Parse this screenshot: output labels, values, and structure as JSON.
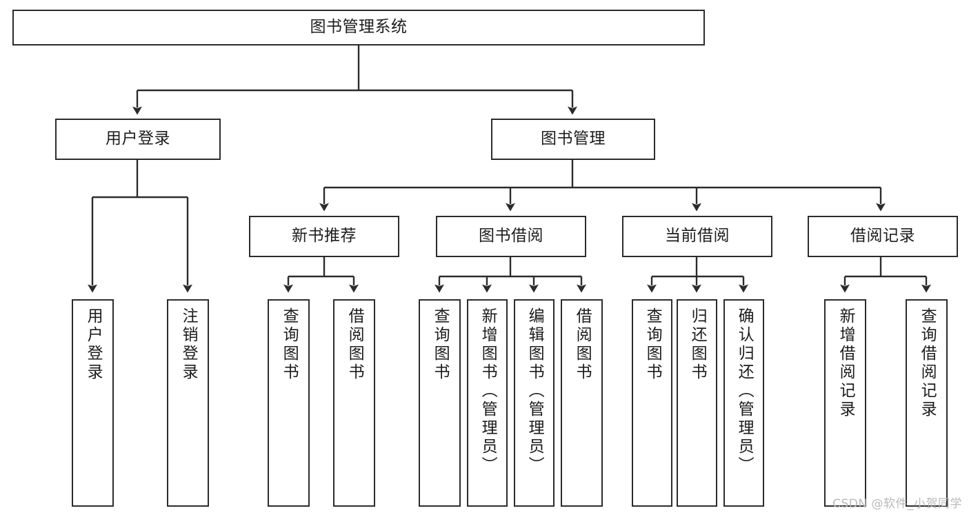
{
  "diagram": {
    "title": "图书管理系统",
    "type": "tree-hierarchy-diagram",
    "colors": {
      "background": "#ffffff",
      "node_border": "#2b2b2b",
      "node_fill": "#ffffff",
      "text": "#1c1c1c",
      "connector": "#2b2b2b",
      "watermark": "#b9b9b9"
    },
    "nodes": {
      "root": {
        "label": "图书管理系统"
      },
      "level1": [
        {
          "label": "用户登录"
        },
        {
          "label": "图书管理"
        }
      ],
      "level2": [
        {
          "label": "新书推荐"
        },
        {
          "label": "图书借阅"
        },
        {
          "label": "当前借阅"
        },
        {
          "label": "借阅记录"
        }
      ],
      "leaves": {
        "user_login": [
          {
            "label": "用户登录"
          },
          {
            "label": "注销登录"
          }
        ],
        "new_book_recommend": [
          {
            "label": "查询图书"
          },
          {
            "label": "借阅图书"
          }
        ],
        "book_borrow": [
          {
            "label": "查询图书"
          },
          {
            "label": "新增图书（管理员）"
          },
          {
            "label": "编辑图书（管理员）"
          },
          {
            "label": "借阅图书"
          }
        ],
        "current_borrow": [
          {
            "label": "查询图书"
          },
          {
            "label": "归还图书"
          },
          {
            "label": "确认归还（管理员）"
          }
        ],
        "borrow_record": [
          {
            "label": "新增借阅记录"
          },
          {
            "label": "查询借阅记录"
          }
        ]
      }
    },
    "watermark": "CSDN @软件_小贺同学"
  }
}
